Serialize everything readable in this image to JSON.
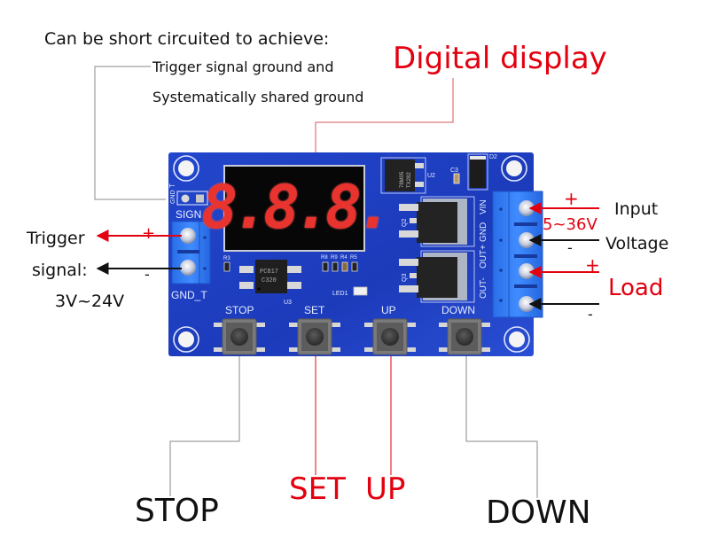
{
  "annotations": {
    "short_circuit_title": "Can be short circuited to achieve:",
    "short_circuit_line1": "Trigger signal ground and",
    "short_circuit_line2": "Systematically shared ground",
    "digital_display": "Digital display",
    "trigger_label": "Trigger",
    "signal_label": "signal:",
    "signal_range": "3V~24V",
    "trigger_plus": "+",
    "trigger_minus": "-",
    "input_label": "Input",
    "input_range": "5~36V",
    "voltage_label": "Voltage",
    "input_plus": "+",
    "input_minus": "-",
    "load_label": "Load",
    "load_plus": "+",
    "load_minus": "-",
    "stop_label": "STOP",
    "set_label": "SET",
    "up_label": "UP",
    "down_label": "DOWN"
  },
  "board": {
    "display_value": "8.8.8.",
    "silkscreen": {
      "sign": "SIGN",
      "gnd_t": "GND_T",
      "gnd_left": "GND",
      "gnd_right": "GND",
      "t_mark": "T",
      "stop": "STOP",
      "set": "SET",
      "up": "UP",
      "down": "DOWN",
      "u2": "U2",
      "u3": "U3",
      "c3": "C3",
      "d2": "D2",
      "led1": "LED1",
      "r3": "R3",
      "r8": "R8",
      "r9": "R9",
      "r4": "R4",
      "r5": "R5",
      "q2": "Q2",
      "q3": "Q3",
      "vin": "VIN",
      "gnd_term": "GND",
      "out_plus": "OUT+",
      "out_minus": "OUT-"
    },
    "chips": {
      "regulator_line1": "78M05",
      "regulator_line2": "TX282",
      "optocoupler_line1": "PC817",
      "optocoupler_line2": "C320"
    }
  },
  "colors": {
    "accent_red": "#e3000f",
    "pcb_blue": "#1b3fc4",
    "terminal_blue": "#2f7bf0",
    "segment_red": "#e8332f",
    "leader_gray": "#8a8a8a"
  }
}
